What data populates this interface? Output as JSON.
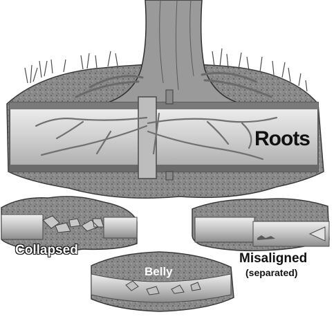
{
  "labels": {
    "roots": "Roots",
    "collapsed": "Collapsed",
    "belly": "Belly",
    "misaligned": "Misaligned",
    "separated": "(separated)"
  },
  "colors": {
    "soil": "#8a8a8a",
    "soil_dark": "#5c5c5c",
    "pipe_body": "#d9d9d9",
    "pipe_edge": "#6e6e6e",
    "bark": "#9a9a9a",
    "root": "#7a7a7a",
    "grass": "#4a4a4a"
  }
}
